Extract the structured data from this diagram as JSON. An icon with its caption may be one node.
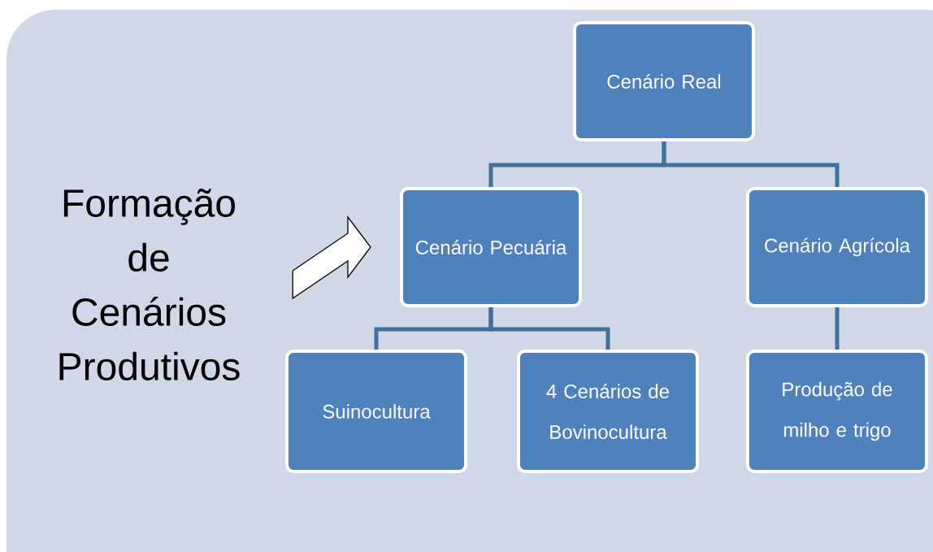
{
  "diagram": {
    "nodes": [
      {
        "text": [
          "Formação de Cenários Produtivos"
        ]
      },
      {
        "text": [
          "Cenário Real"
        ]
      },
      {
        "text": [
          "Cenário Pecuária"
        ]
      },
      {
        "text": [
          "Cenário Agrícola"
        ]
      },
      {
        "text": [
          "Suinocultura"
        ]
      },
      {
        "text": [
          "4 Cenários de Bovinocultura"
        ]
      },
      {
        "text": [
          "Produção de milho e trigo"
        ]
      }
    ],
    "edges": [
      {
        "from": 1,
        "to": 2,
        "arrow": "none"
      },
      {
        "from": 1,
        "to": 3,
        "arrow": "none"
      },
      {
        "from": 2,
        "to": 4,
        "arrow": "none"
      },
      {
        "from": 2,
        "to": 5,
        "arrow": "none"
      },
      {
        "from": 3,
        "to": 6,
        "arrow": "none"
      },
      {
        "from": 0,
        "to": 2,
        "arrow": "to",
        "style": "thick"
      }
    ]
  }
}
